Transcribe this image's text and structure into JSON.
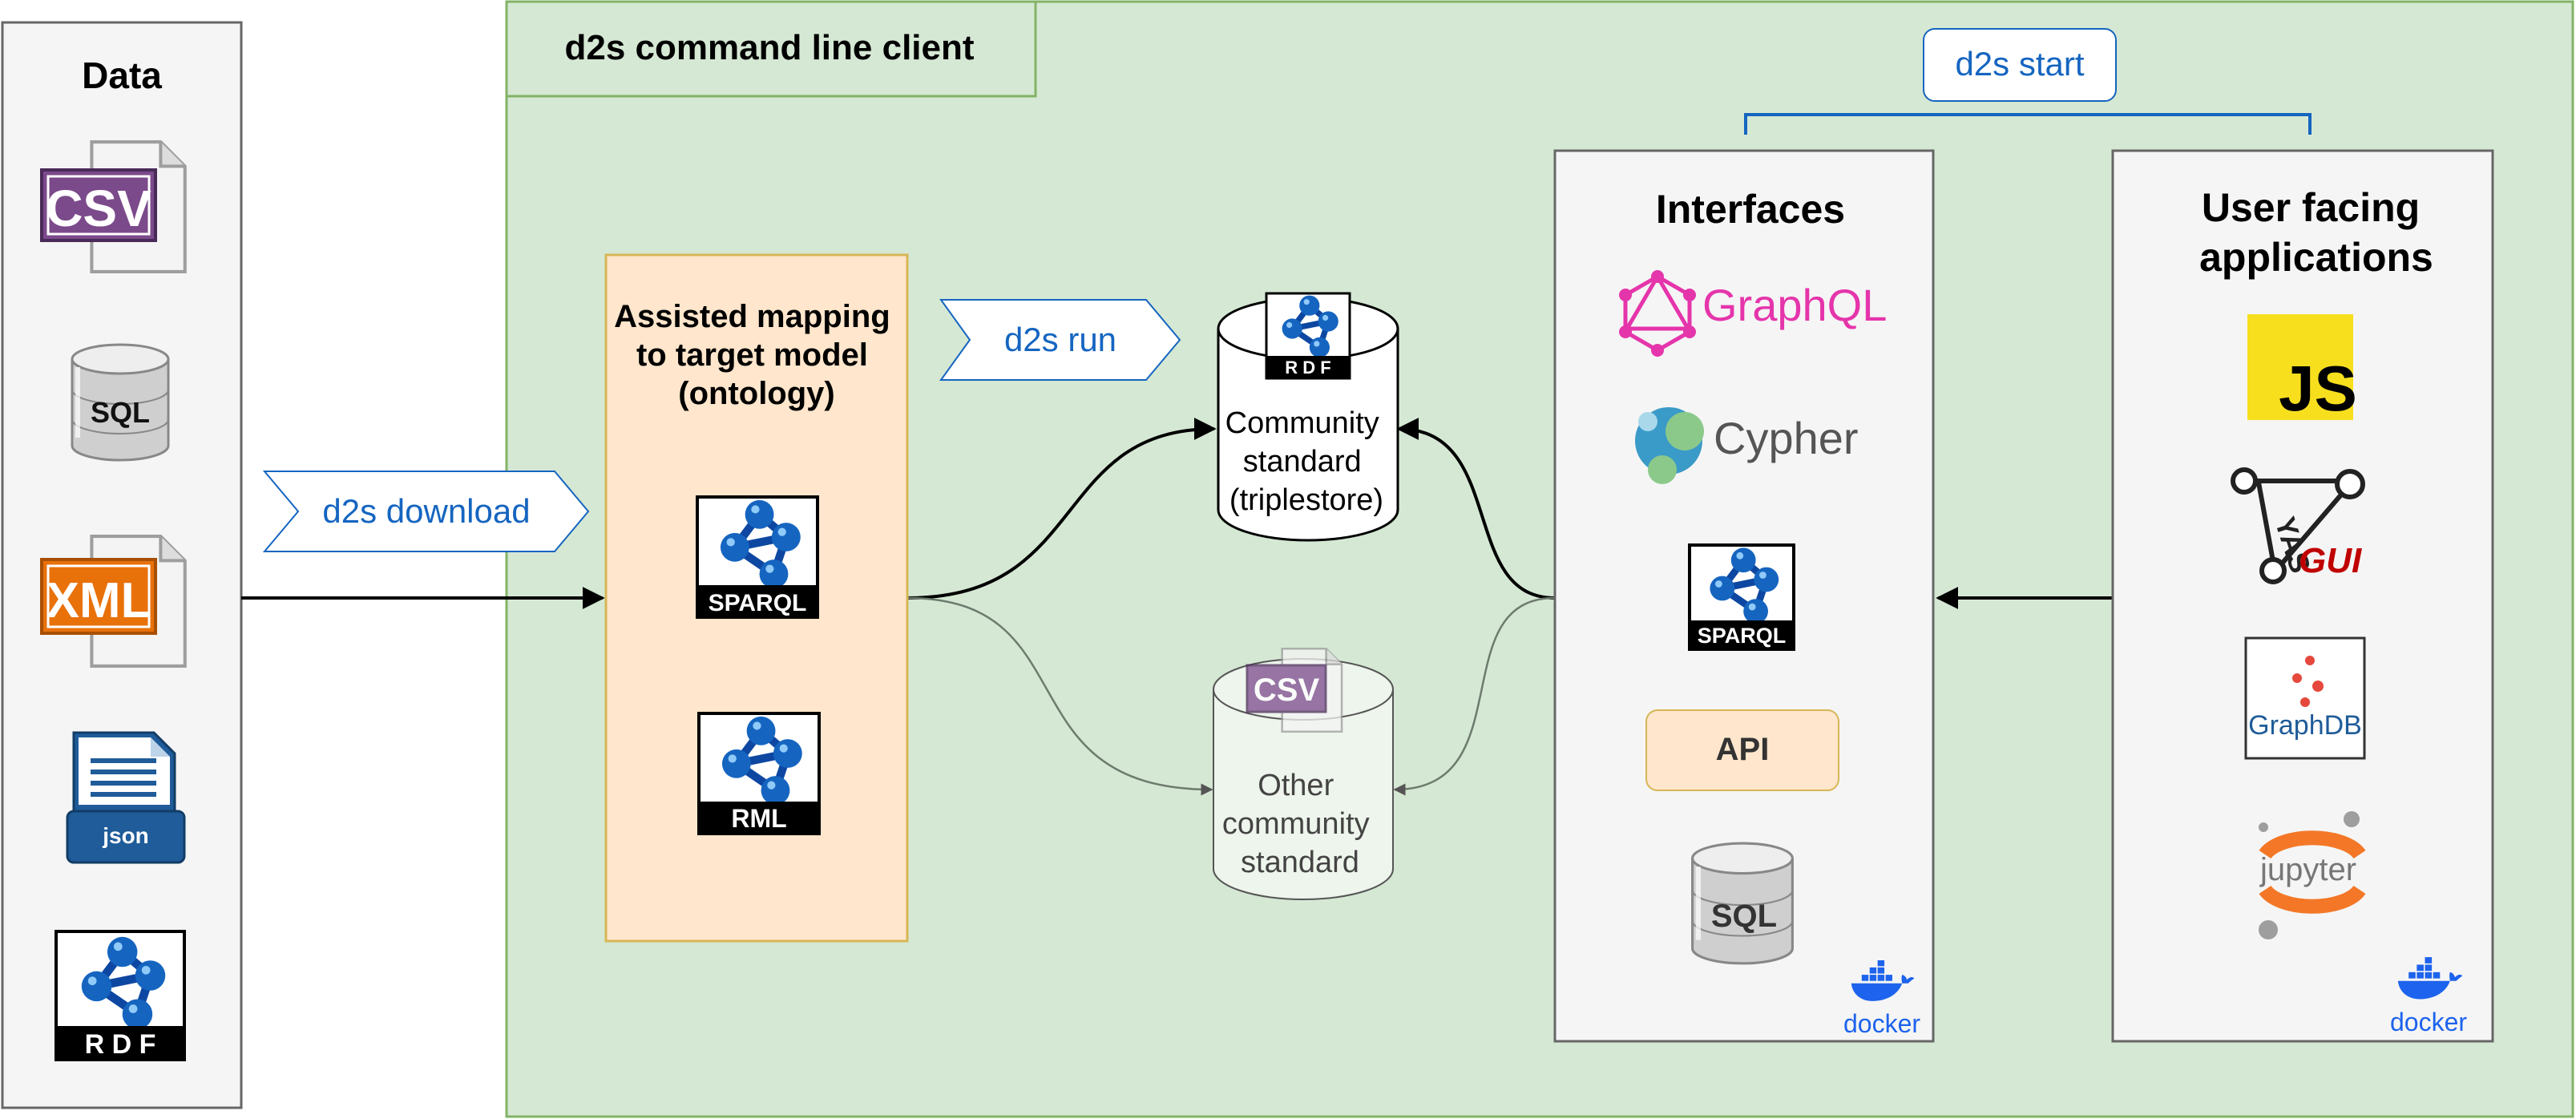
{
  "data_panel": {
    "title": "Data",
    "items": [
      {
        "label": "CSV",
        "icon": "csv-file-icon"
      },
      {
        "label": "SQL",
        "icon": "sql-database-icon"
      },
      {
        "label": "XML",
        "icon": "xml-file-icon"
      },
      {
        "label": "json",
        "icon": "json-file-icon"
      },
      {
        "label": "R D F",
        "icon": "rdf-icon"
      }
    ]
  },
  "client": {
    "title": "d2s command line client"
  },
  "arrows": {
    "download": "d2s download",
    "run": "d2s run",
    "start": "d2s start"
  },
  "mapping": {
    "title_lines": [
      "Assisted mapping",
      "to target model",
      "(ontology)"
    ],
    "sparql_label": "SPARQL",
    "rml_label": "RML"
  },
  "community_store": {
    "lines": [
      "Community",
      "standard",
      "(triplestore)"
    ],
    "icon_label": "R D F"
  },
  "other_store": {
    "lines": [
      "Other",
      "community",
      "standard"
    ],
    "icon_label": "CSV"
  },
  "interfaces": {
    "title": "Interfaces",
    "graphql": "GraphQL",
    "cypher": "Cypher",
    "sparql": "SPARQL",
    "api": "API",
    "sql": "SQL",
    "docker": "docker"
  },
  "apps": {
    "title_lines": [
      "User facing",
      "applications"
    ],
    "js": "JS",
    "yasgui_yas": "YAS",
    "yasgui_gui": "GUI",
    "graphdb": "GraphDB",
    "jupyter": "jupyter",
    "docker": "docker"
  },
  "colors": {
    "green_bg": "#d5e8d4",
    "green_border": "#82b366",
    "orange_bg": "#ffe6cc",
    "orange_border": "#d6b656",
    "blue_text": "#1565c0",
    "rdf_blue": "#0d47a1",
    "panel_gray": "#f5f5f5",
    "graphql_pink": "#e535ab",
    "csv_purple": "#7b4a8b",
    "xml_orange": "#e8710a",
    "json_blue": "#1f5c99",
    "js_yellow": "#f7df1e",
    "docker_blue": "#1d63ed",
    "yasgui_red": "#c00000",
    "jupyter_orange": "#f37726"
  }
}
